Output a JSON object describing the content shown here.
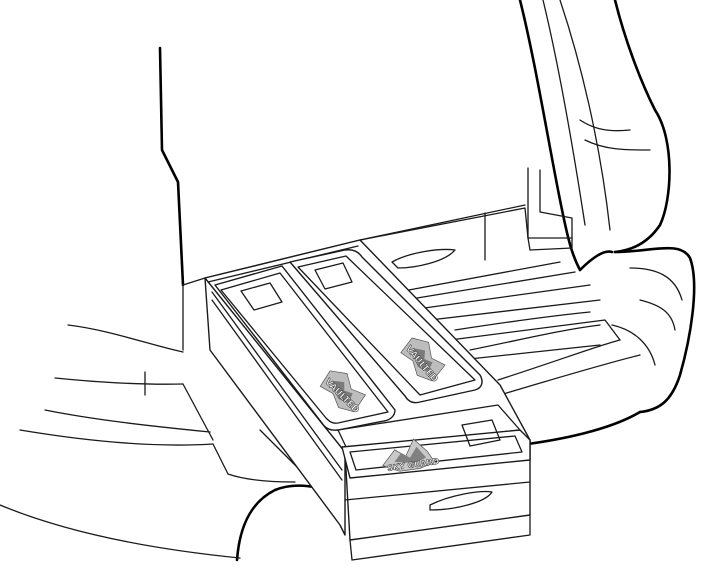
{
  "figure": {
    "logos": [
      {
        "text": "VAULTED",
        "position": "left-compartment"
      },
      {
        "text": "VAULTED",
        "position": "right-compartment"
      },
      {
        "text": "SKY GUARD",
        "position": "front-tray"
      }
    ]
  }
}
